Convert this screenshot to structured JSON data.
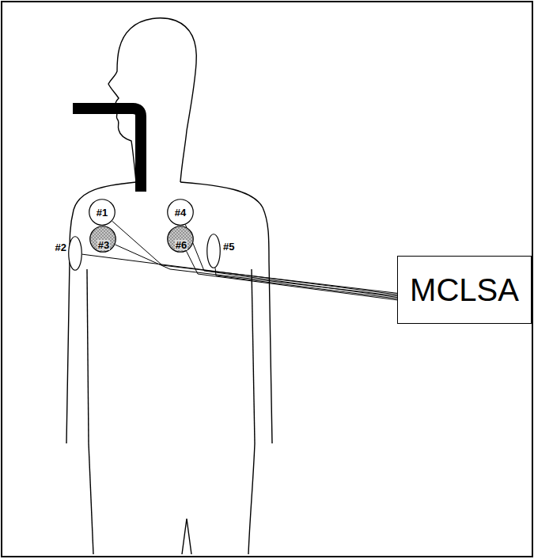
{
  "diagram": {
    "nodes": [
      {
        "text": [
          "#1"
        ]
      },
      {
        "text": [
          "#2"
        ]
      },
      {
        "text": [
          "#3"
        ]
      },
      {
        "text": [
          "#4"
        ]
      },
      {
        "text": [
          "#5"
        ]
      },
      {
        "text": [
          "#6"
        ]
      },
      {
        "text": [
          "MCLSA"
        ]
      }
    ],
    "edges": [
      {
        "from": 0,
        "to": 6,
        "arrow": "none"
      },
      {
        "from": 1,
        "to": 6,
        "arrow": "none"
      },
      {
        "from": 2,
        "to": 6,
        "arrow": "none"
      },
      {
        "from": 3,
        "to": 6,
        "arrow": "none"
      },
      {
        "from": 4,
        "to": 6,
        "arrow": "none"
      },
      {
        "from": 5,
        "to": 6,
        "arrow": "none"
      }
    ]
  }
}
